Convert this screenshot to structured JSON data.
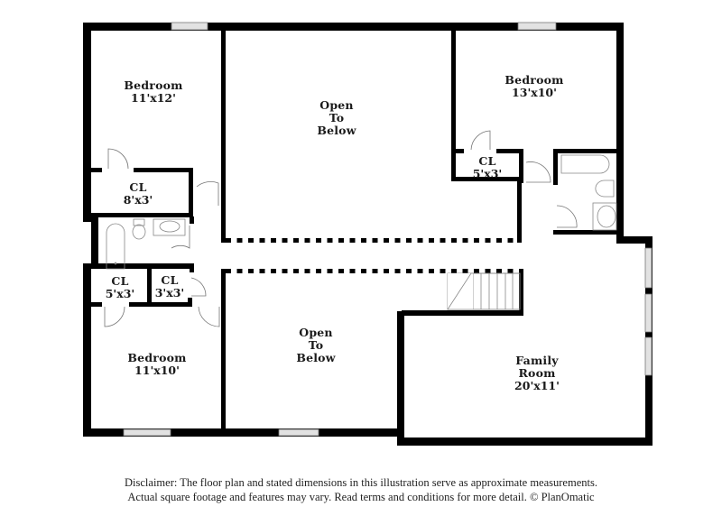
{
  "rooms": [
    {
      "id": "bedroom-nw",
      "name": "Bedroom",
      "dimensions": "11'x12'"
    },
    {
      "id": "open-to-below-north",
      "name": "Open\nTo\nBelow",
      "lines": [
        "Open",
        "To",
        "Below"
      ]
    },
    {
      "id": "bedroom-ne",
      "name": "Bedroom",
      "dimensions": "13'x10'"
    },
    {
      "id": "closet-8x3",
      "name": "CL",
      "dimensions": "8'x3'"
    },
    {
      "id": "closet-5x3-ne",
      "name": "CL",
      "dimensions": "5'x3'"
    },
    {
      "id": "closet-5x3-w",
      "name": "CL",
      "dimensions": "5'x3'"
    },
    {
      "id": "closet-3x3",
      "name": "CL",
      "dimensions": "3'x3'"
    },
    {
      "id": "bedroom-sw",
      "name": "Bedroom",
      "dimensions": "11'x10'"
    },
    {
      "id": "open-to-below-south",
      "lines": [
        "Open",
        "To",
        "Below"
      ]
    },
    {
      "id": "family-room",
      "lines": [
        "Family",
        "Room"
      ],
      "dimensions": "20'x11'"
    }
  ],
  "fixtures": [
    "bathtub",
    "toilet",
    "sink",
    "stairs",
    "windows",
    "doors"
  ],
  "disclaimer": {
    "line1": "Disclaimer: The floor plan and stated dimensions in this illustration serve as approximate measurements.",
    "line2": "Actual square footage and features may vary. Read terms and conditions for more detail. © PlanOmatic"
  },
  "colors": {
    "wall": "#000000",
    "window": "#cfcfcf",
    "fixture": "#888888",
    "background": "#ffffff"
  }
}
